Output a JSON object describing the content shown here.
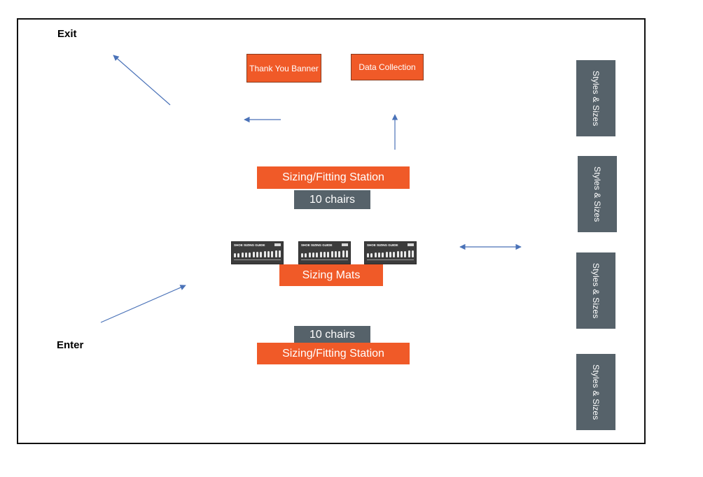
{
  "labels": {
    "exit": "Exit",
    "enter": "Enter"
  },
  "boxes": {
    "thank_you_banner": "Thank You Banner",
    "data_collection": "Data Collection",
    "fitting_station_top": "Sizing/Fitting Station",
    "chairs_top": "10 chairs",
    "sizing_mats": "Sizing Mats",
    "chairs_bottom": "10 chairs",
    "fitting_station_bottom": "Sizing/Fitting Station"
  },
  "shelves": [
    "Styles & Sizes",
    "Styles & Sizes",
    "Styles & Sizes",
    "Styles & Sizes"
  ],
  "mats": [
    {
      "title": "SHOE SIZING GUIDE"
    },
    {
      "title": "SHOE SIZING GUIDE"
    },
    {
      "title": "SHOE SIZING GUIDE"
    }
  ],
  "colors": {
    "orange": "#f05a28",
    "slate": "#56626a",
    "arrow": "#4a72b8"
  }
}
